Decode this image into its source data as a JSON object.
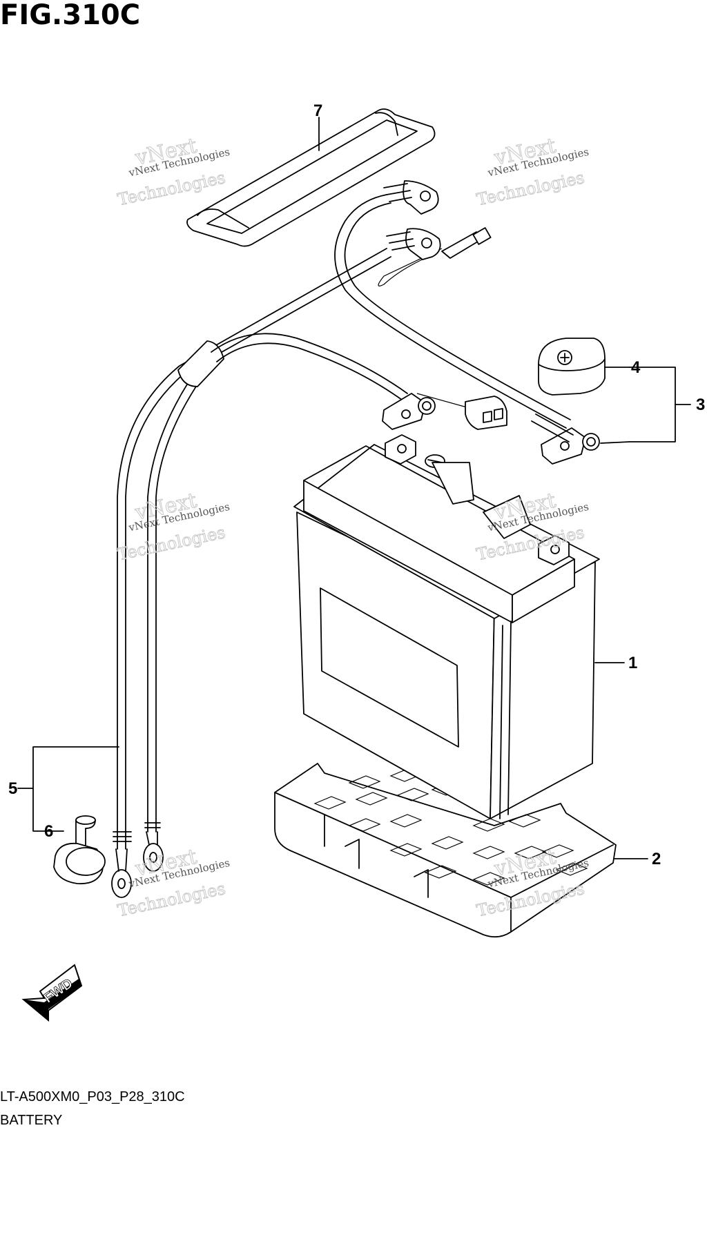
{
  "figure": {
    "title": "FIG.310C"
  },
  "callouts": {
    "c1": "1",
    "c2": "2",
    "c3": "3",
    "c4": "4",
    "c5": "5",
    "c6": "6",
    "c7": "7"
  },
  "fwd": {
    "label": "FWD"
  },
  "watermark": {
    "line1": "vNext Technologies",
    "line2": "vNext",
    "line3": "Technologies"
  },
  "footer": {
    "code": "LT-A500XM0_P03_P28_310C",
    "name": "BATTERY"
  }
}
